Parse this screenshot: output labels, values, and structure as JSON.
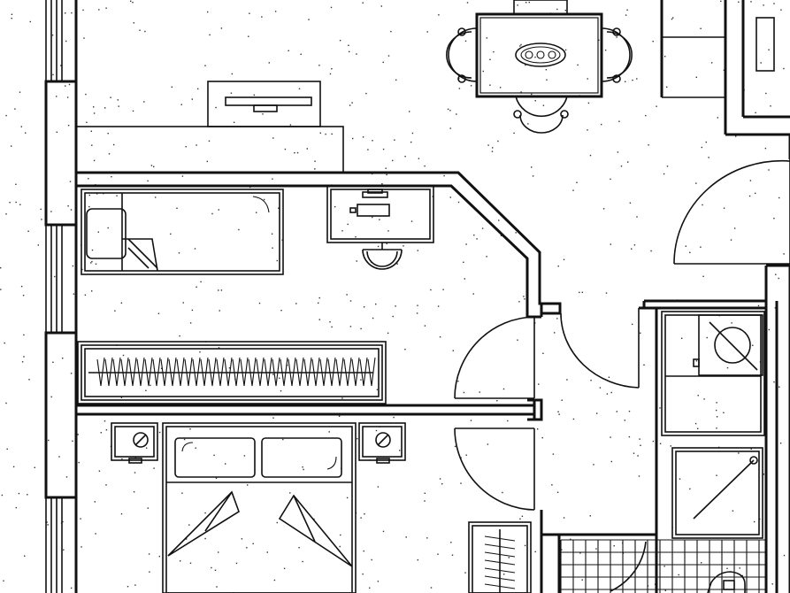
{
  "plan": {
    "ink_color": "#111111",
    "background_color": "#ffffff",
    "rooms": [
      {
        "name": "bedroom-single"
      },
      {
        "name": "bedroom-double"
      },
      {
        "name": "living-dining"
      },
      {
        "name": "hallway"
      },
      {
        "name": "bathroom"
      }
    ],
    "furniture": [
      "tv-stand-icon",
      "dining-table-icon",
      "single-bed-icon",
      "desk-icon",
      "wardrobe-icon",
      "double-bed-icon",
      "nightstand-icon",
      "washing-machine-icon",
      "shower-icon",
      "door-swing-icon"
    ]
  }
}
